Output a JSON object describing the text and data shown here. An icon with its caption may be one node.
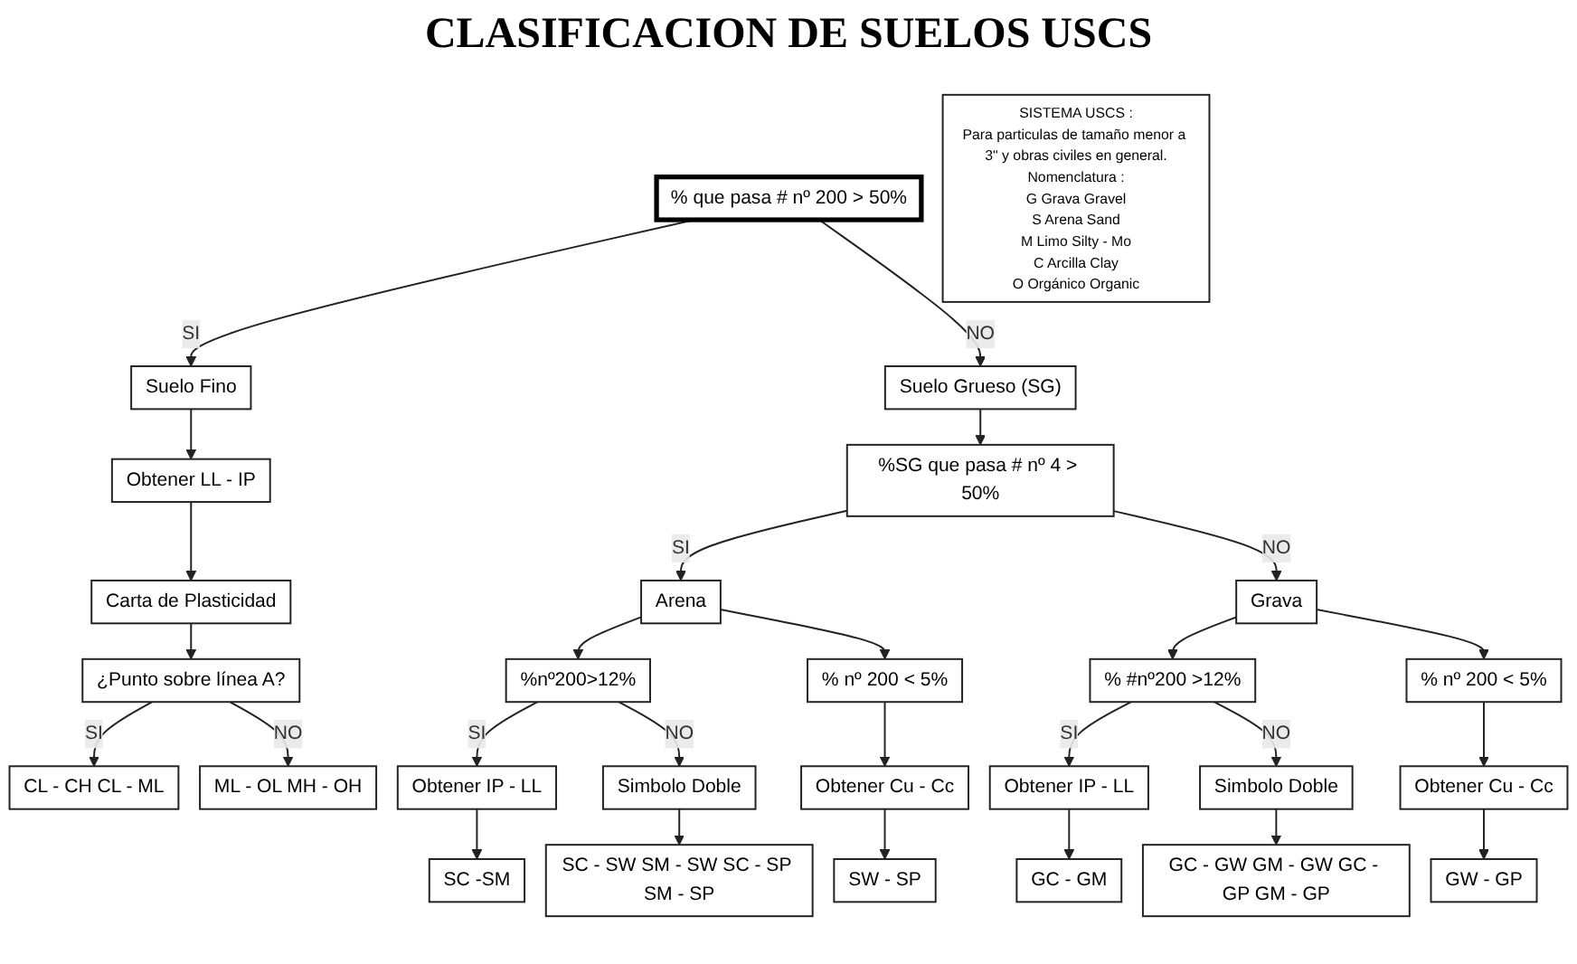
{
  "diagram": {
    "title": "CLASIFICACION DE SUELOS USCS",
    "nodes": [
      {
        "text": [
          "% que pasa # nº 200 > 50%"
        ]
      },
      {
        "text": [
          "Suelo Fino"
        ]
      },
      {
        "text": [
          "Suelo Grueso (SG)"
        ]
      },
      {
        "text": [
          "Obtener LL - IP"
        ]
      },
      {
        "text": [
          "Carta de Plasticidad"
        ]
      },
      {
        "text": [
          "¿Punto sobre línea A?"
        ]
      },
      {
        "text": [
          "CL - CH CL - ML"
        ]
      },
      {
        "text": [
          "ML - OL MH - OH"
        ]
      },
      {
        "text": [
          "SISTEMA USCS :",
          "Para particulas de tamaño menor a 3\" y obras civiles en general.",
          "Nomenclatura :",
          "G Grava Gravel",
          "S Arena Sand",
          "M Limo Silty - Mo",
          "C Arcilla Clay",
          "O Orgánico Organic"
        ]
      },
      {
        "text": [
          "%SG que pasa # nº 4 > 50%"
        ]
      },
      {
        "text": [
          "Arena"
        ]
      },
      {
        "text": [
          "Grava"
        ]
      },
      {
        "text": [
          "%nº200>12%"
        ]
      },
      {
        "text": [
          "% nº 200 < 5%"
        ]
      },
      {
        "text": [
          "% #nº200 >12%"
        ]
      },
      {
        "text": [
          "% nº 200 < 5%"
        ]
      },
      {
        "text": [
          "Obtener IP - LL"
        ]
      },
      {
        "text": [
          "Simbolo Doble"
        ]
      },
      {
        "text": [
          "Obtener Cu - Cc"
        ]
      },
      {
        "text": [
          "Obtener IP - LL"
        ]
      },
      {
        "text": [
          "Simbolo Doble"
        ]
      },
      {
        "text": [
          "Obtener Cu - Cc"
        ]
      },
      {
        "text": [
          "SC -SM"
        ]
      },
      {
        "text": [
          "SC - SW SM - SW SC - SP SM - SP"
        ]
      },
      {
        "text": [
          "SW - SP"
        ]
      },
      {
        "text": [
          "GC - GM"
        ]
      },
      {
        "text": [
          "GC - GW GM - GW GC - GP GM - GP"
        ]
      },
      {
        "text": [
          "GW - GP"
        ]
      }
    ],
    "edges": [
      {
        "from": 0,
        "to": 1,
        "arrow": "to",
        "label": "SI"
      },
      {
        "from": 0,
        "to": 2,
        "arrow": "to",
        "label": "NO"
      },
      {
        "from": 1,
        "to": 3,
        "arrow": "to"
      },
      {
        "from": 3,
        "to": 4,
        "arrow": "to"
      },
      {
        "from": 4,
        "to": 5,
        "arrow": "to"
      },
      {
        "from": 5,
        "to": 6,
        "arrow": "to",
        "label": "SI"
      },
      {
        "from": 5,
        "to": 7,
        "arrow": "to",
        "label": "NO"
      },
      {
        "from": 2,
        "to": 9,
        "arrow": "to"
      },
      {
        "from": 9,
        "to": 10,
        "arrow": "to",
        "label": "SI"
      },
      {
        "from": 9,
        "to": 11,
        "arrow": "to",
        "label": "NO"
      },
      {
        "from": 10,
        "to": 12,
        "arrow": "to"
      },
      {
        "from": 10,
        "to": 13,
        "arrow": "to"
      },
      {
        "from": 11,
        "to": 14,
        "arrow": "to"
      },
      {
        "from": 11,
        "to": 15,
        "arrow": "to"
      },
      {
        "from": 12,
        "to": 16,
        "arrow": "to",
        "label": "SI"
      },
      {
        "from": 12,
        "to": 17,
        "arrow": "to",
        "label": "NO"
      },
      {
        "from": 13,
        "to": 18,
        "arrow": "to"
      },
      {
        "from": 14,
        "to": 19,
        "arrow": "to",
        "label": "SI"
      },
      {
        "from": 14,
        "to": 20,
        "arrow": "to",
        "label": "NO"
      },
      {
        "from": 15,
        "to": 21,
        "arrow": "to"
      },
      {
        "from": 16,
        "to": 22,
        "arrow": "to"
      },
      {
        "from": 17,
        "to": 23,
        "arrow": "to"
      },
      {
        "from": 18,
        "to": 24,
        "arrow": "to"
      },
      {
        "from": 19,
        "to": 25,
        "arrow": "to"
      },
      {
        "from": 20,
        "to": 26,
        "arrow": "to"
      },
      {
        "from": 21,
        "to": 27,
        "arrow": "to"
      }
    ]
  }
}
